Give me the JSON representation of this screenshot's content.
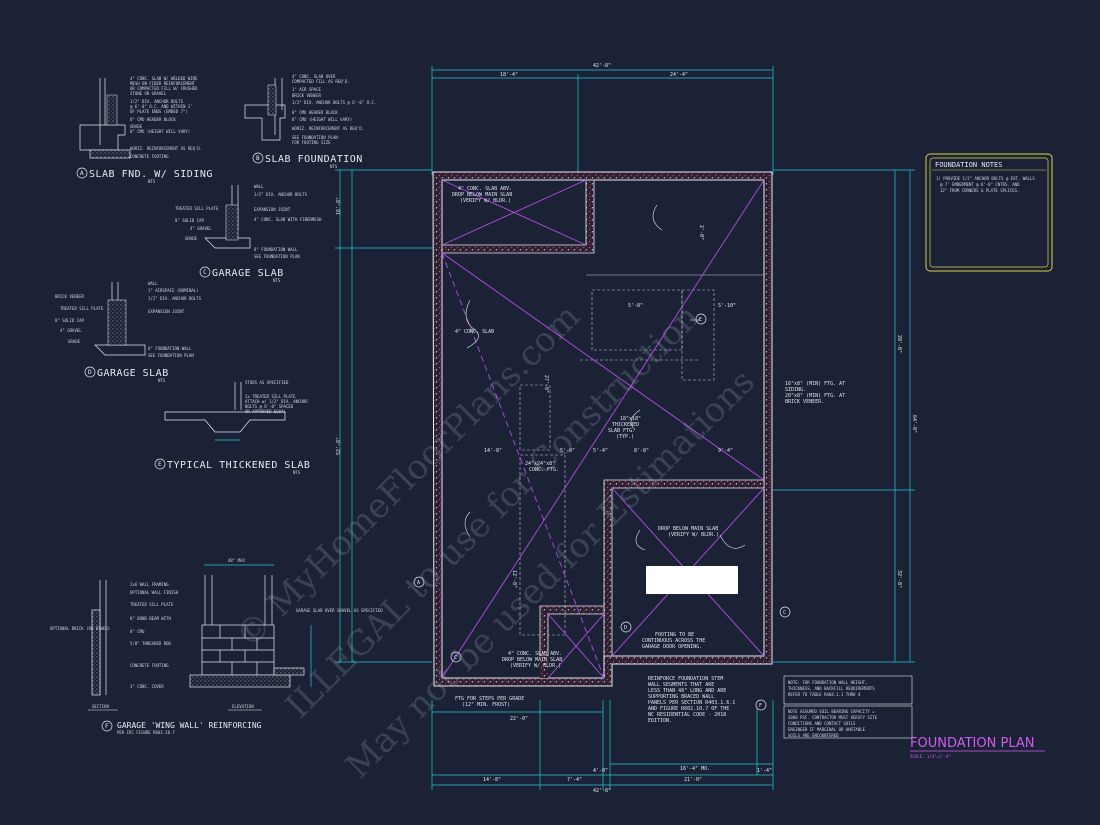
{
  "watermark": {
    "line1": "© MyHomeFloorPlans.com",
    "line2": "ILLEGAL to use for Construction",
    "line3": "May not be used for Estimations"
  },
  "details": [
    {
      "id": "A",
      "title": "SLAB FND. W/ SIDING",
      "scale": "NTS"
    },
    {
      "id": "B",
      "title": "SLAB FOUNDATION",
      "scale": "NTS"
    },
    {
      "id": "C",
      "title": "GARAGE SLAB",
      "scale": "NTS"
    },
    {
      "id": "D",
      "title": "GARAGE SLAB",
      "scale": "NTS"
    },
    {
      "id": "E",
      "title": "TYPICAL THICKENED SLAB",
      "scale": "NTS"
    },
    {
      "id": "F",
      "title": "GARAGE 'WING WALL' REINFORCING",
      "scale": "PER IRC FIGURE R602.10.7"
    }
  ],
  "detail_a_notes": [
    "4\" CONC. SLAB W/ WELDED WIRE",
    "MESH ON FIBER REINFORCEMENT",
    "OR COMPACTED FILL W/ CRUSHED",
    "STONE OR GRAVEL",
    "1/2\" DIA. ANCHOR BOLTS",
    "@ 6'-0\" O.C. AND WITHIN 1'",
    "OF PLATE ENDS (EMBED 7\")",
    "8\" CMU HEADER BLOCK",
    "8\" CMU (HEIGHT WILL VARY)",
    "GRADE",
    "HORIZ. REINFORCEMENT AS REQ'D.",
    "CONCRETE FOOTING"
  ],
  "detail_b_notes": [
    "4\" CONC. SLAB OVER",
    "COMPACTED FILL AS REQ'D.",
    "1\" AIR SPACE",
    "BRICK VENEER",
    "1/2\" DIA. ANCHOR BOLTS @ 6'-0\" O.C.",
    "8\" CMU HEADER BLOCK",
    "8\" CMU (HEIGHT WILL VARY)",
    "HORIZ. REINFORCEMENT AS REQ'D.",
    "SEE FOUNDATION PLAN",
    "FOR FOOTING SIZE"
  ],
  "detail_c_notes": [
    "WALL",
    "TREATED SILL PLATE",
    "1/2\" DIA. ANCHOR BOLTS",
    "EXPANSION JOINT",
    "8\" SOLID CAP",
    "4\" GRAVEL",
    "GRADE",
    "4\" CONC. SLAB WITH FIBERMESH",
    "8\" FOUNDATION WALL",
    "SEE FOUNDATION PLAN"
  ],
  "detail_d_notes": [
    "WALL",
    "1\" AIRSPACE (NOMINAL)",
    "BRICK VENEER",
    "TREATED SILL PLATE",
    "1/2\" DIA. ANCHOR BOLTS",
    "8\" SOLID CAP",
    "EXPANSION JOINT",
    "4\" GRAVEL",
    "GRADE",
    "8\" FOUNDATION WALL",
    "SEE FOUNDATION PLAN"
  ],
  "detail_e_notes": [
    "STUDS AS SPECIFIED",
    "2x TREATED SILL PLATE",
    "ATTACH w/ 1/2\" DIA. ANCHOR",
    "BOLTS @ 6'-0\" SPACED",
    "OR APPROVED EQUAL"
  ],
  "detail_f": {
    "section": "SECTION",
    "elevation": "ELEVATION",
    "dim": "48\" MAX",
    "right": "GARAGE SLAB OVER GRAVEL AS SPECIFIED",
    "left": "OPTIONAL BRICK (OR OTHER)"
  },
  "detail_f_notes": [
    "2x6 WALL FRAMING",
    "OPTIONAL WALL FINISH",
    "TREATED SILL PLATE",
    "8\" BOND BEAM WITH",
    "8\" CMU",
    "5/8\" THREADED ROD",
    "CONCRETE FOOTING",
    "3\" CONC. COVER"
  ],
  "notes_box": {
    "title": "FOUNDATION NOTES",
    "lines": [
      "1) PROVIDE 1/2\" ANCHOR BOLTS @ EXT. WALLS",
      "@ 7' EMBEDMENT @ 6'-0\" CNTRS. AND",
      "12\" FROM CORNERS & PLATE SPLICES."
    ]
  },
  "plan_labels": {
    "slab_top": "4\" CONC. SLAB ABV. DROP BELOW MAIN SLAB (VERIFY W/ BLDR.)",
    "conc_slab": "4\" CONC. SLAB",
    "thickened": "18\"x18\" THICKENED SLAB FTG. (TYP.)",
    "ftg": "24\"x24\"x8\" CONC. FTG.",
    "drop": "DROP BELOW MAIN SLAB (VERIFY W/ BLDR.)",
    "stoop": "4\" CONC. SLAB ABV. DROP BELOW MAIN SLAB (VERIFY W/ BLDR.)",
    "footing_cont": "FOOTING TO BE CONTINUOUS ACROSS THE GARAGE DOOR OPENING.",
    "siding": "16\"x8\" (MIN) FTG. AT SIDING. 20\"x8\" (MIN) FTG. AT BRICK VENEER.",
    "steps": "FTG FOR STEPS PER GRADE (12\" MIN. FROST)",
    "reinforce": "REINFORCE FOUNDATION STEM WALL SEGMENTS THAT ARE LESS THAN 48\" LONG AND ARE SUPPORTING BRACED WALL PANELS PER SECTION R403.1.6.1 AND FIGURE R602.10.7 OF THE NC RESIDENTIAL CODE - 2018 EDITION.",
    "note_height": "NOTE: FOR FOUNDATION WALL HEIGHT, THICKNESS, AND BACKFILL REQUIREMENTS REFER TO TABLE R404.1.1 THRU 4",
    "note_soil": "NOTE ASSUMED SOIL BEARING CAPACITY = 2000 PSF. CONTRACTOR MUST VERIFY SITE CONDITIONS AND CONTACT SOILS ENGINEER IF MARGINAL OR UNSTABLE SOILS ARE ENCOUNTERED"
  },
  "dimensions": {
    "top_total": "42'-8\"",
    "top_left": "18'-4\"",
    "top_right": "24'-4\"",
    "left_a": "16'-8\"",
    "left_b": "52'-8\"",
    "right_a": "28'-8\"",
    "right_b": "32'-8\"",
    "right_c": "64'-8\"",
    "bottom_total": "42'-8\"",
    "bottom_a": "14'-8\"",
    "bottom_b": "7'-4\"",
    "bottom_c": "21'-0\"",
    "mid_a": "22'-0\"",
    "mid_b": "16'-4\" MO.",
    "i1": "5'-8\"",
    "i2": "5'-10\"",
    "i3": "14'-8\"",
    "i4": "5'-0\"",
    "i5": "8'-8\"",
    "i6": "5'-4\"",
    "i7": "9'-4\"",
    "i8": "27'-8\"",
    "i9": "12'-8\"",
    "i10": "2'-0\"",
    "i11": "4'-0\"",
    "i12": "1'-4\""
  },
  "plan_title": "FOUNDATION PLAN",
  "plan_scale": "SCALE: 1/4\"=1'-0\"",
  "markers": {
    "a": "A",
    "c": "C",
    "d": "D",
    "e": "E",
    "f": "F"
  }
}
